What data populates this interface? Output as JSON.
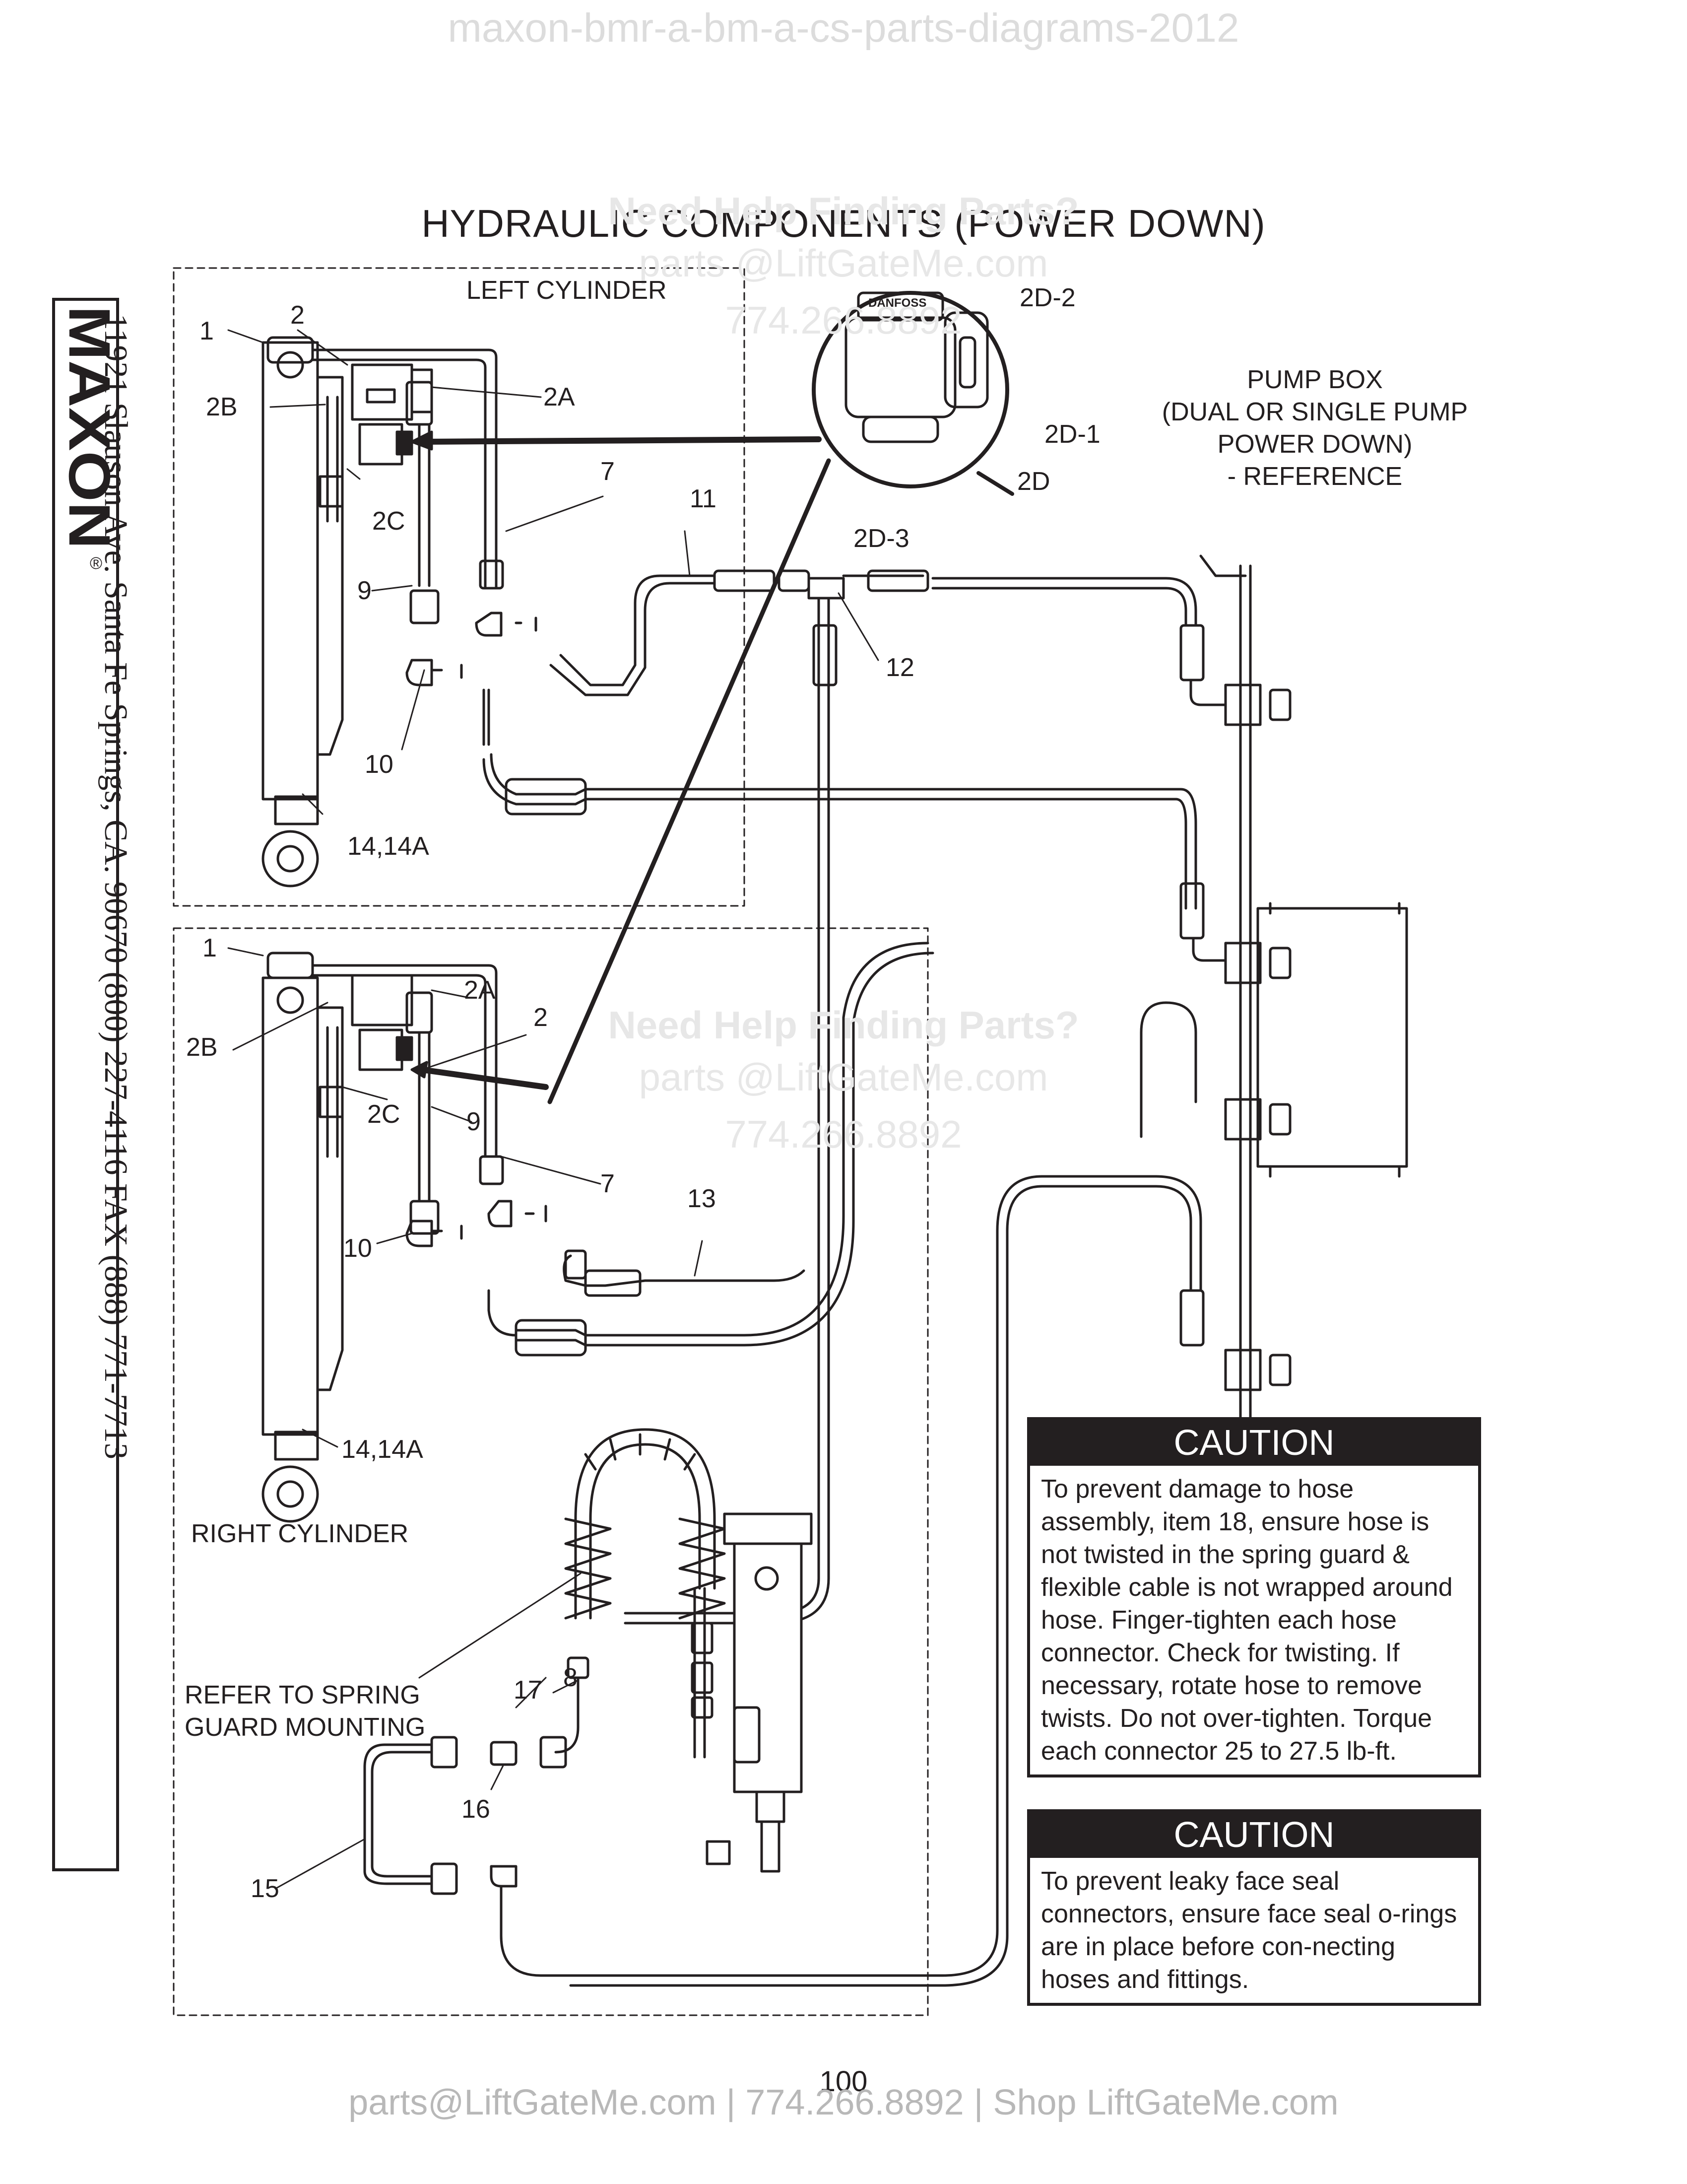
{
  "header_watermark": "maxon-bmr-a-bm-a-cs-parts-diagrams-2012",
  "title": "HYDRAULIC COMPONENTS (POWER DOWN)",
  "sidebar": {
    "logo": "MAXON",
    "registered": "®",
    "address": "11921 Slauson Ave.  Santa Fe Springs, CA.  90670  (800) 227-4116  FAX (888) 771-7713"
  },
  "watermarks": [
    {
      "line1": "Need Help Finding Parts?",
      "line2": "parts @LiftGateMe.com",
      "line3": "774.266.8892"
    },
    {
      "line1": "Need Help Finding Parts?",
      "line2": "parts @LiftGateMe.com",
      "line3": "774.266.8892"
    }
  ],
  "labels": {
    "left_cylinder": "LEFT CYLINDER",
    "right_cylinder": "RIGHT CYLINDER",
    "pump_box_1": "PUMP BOX",
    "pump_box_2": "(DUAL OR SINGLE PUMP",
    "pump_box_3": "POWER DOWN)",
    "pump_box_4": "- REFERENCE",
    "spring_guard_1": "REFER TO SPRING",
    "spring_guard_2": "GUARD MOUNTING",
    "valve_brand": "DANFOSS"
  },
  "callouts": {
    "l1": "1",
    "l2": "2",
    "l2a": "2A",
    "l2b": "2B",
    "l2c": "2C",
    "l7": "7",
    "l9": "9",
    "l10": "10",
    "l14": "14,14A",
    "l11": "11",
    "l12": "12",
    "d2d2": "2D-2",
    "d2d1": "2D-1",
    "d2d": "2D",
    "d2d3": "2D-3",
    "r1": "1",
    "r2a": "2A",
    "r2": "2",
    "r2b": "2B",
    "r2c": "2C",
    "r9": "9",
    "r7": "7",
    "r10": "10",
    "r14": "14,14A",
    "l13": "13",
    "l17": "17",
    "l16": "16",
    "l15": "15",
    "l8": "8"
  },
  "caution_1": {
    "heading": "CAUTION",
    "body": "To prevent damage to hose assembly, item 18, ensure hose is not twisted in the spring guard & flexible cable is not wrapped around hose. Finger-tighten each hose connector. Check for twisting. If necessary, rotate hose to remove twists. Do not over-tighten. Torque each connector 25 to 27.5 lb-ft."
  },
  "caution_2": {
    "heading": "CAUTION",
    "body": "To prevent leaky face seal connectors, ensure face seal o-rings are in place before con-necting hoses and fittings."
  },
  "page_number": "100",
  "footer": "parts@LiftGateMe.com | 774.266.8892 | Shop LiftGateMe.com"
}
